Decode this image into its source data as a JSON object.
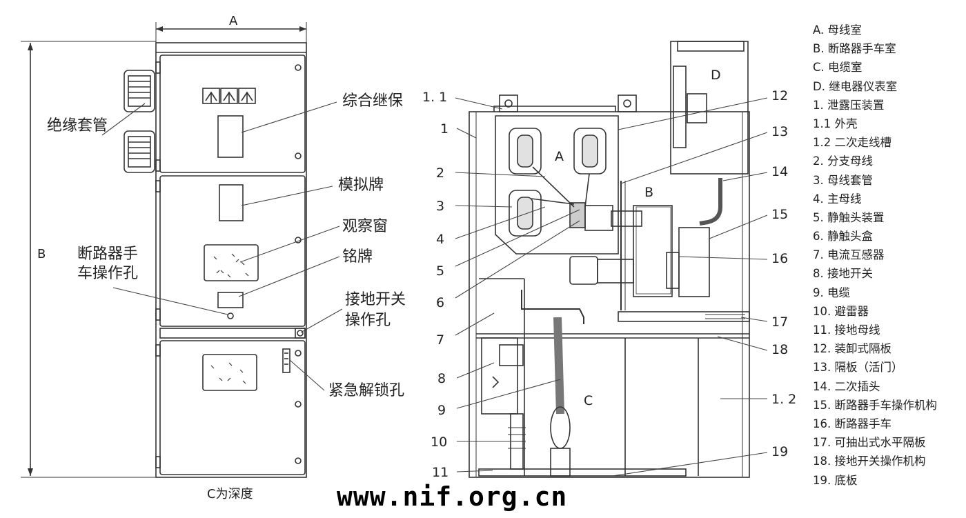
{
  "front_view": {
    "dim_width": "A",
    "dim_height": "B",
    "depth_note": "C为深度",
    "callouts": {
      "bushing": "绝缘套管",
      "relay": "综合继保",
      "mimic": "模拟牌",
      "window": "观察窗",
      "nameplate": "铭牌",
      "breaker_hole_line1": "断路器手",
      "breaker_hole_line2": "车操作孔",
      "earth_hole_line1": "接地开关",
      "earth_hole_line2": "操作孔",
      "emergency": "紧急解锁孔"
    }
  },
  "section_view": {
    "compartments": {
      "a": "A",
      "b": "B",
      "c": "C",
      "d": "D"
    },
    "left_numbers": [
      "1. 1",
      "1",
      "2",
      "3",
      "4",
      "5",
      "6",
      "7",
      "8",
      "9",
      "10",
      "11"
    ],
    "right_numbers": [
      "12",
      "13",
      "14",
      "15",
      "16",
      "17",
      "18",
      "1. 2",
      "19"
    ]
  },
  "legend": [
    "A. 母线室",
    "B. 断路器手车室",
    "C. 电缆室",
    "D. 继电器仪表室",
    "1. 泄露压装置",
    "1.1 外壳",
    "1.2 二次走线槽",
    "2. 分支母线",
    "3. 母线套管",
    "4. 主母线",
    "5. 静触头装置",
    "6. 静触头盒",
    "7. 电流互感器",
    "8. 接地开关",
    "9. 电缆",
    "10. 避雷器",
    "11. 接地母线",
    "12. 装卸式隔板",
    "13. 隔板（活门）",
    "14. 二次插头",
    "15. 断路器手车操作机构",
    "16. 断路器手车",
    "17. 可抽出式水平隔板",
    "18. 接地开关操作机构",
    "19. 底板"
  ],
  "watermark": "www.nif.org.cn"
}
